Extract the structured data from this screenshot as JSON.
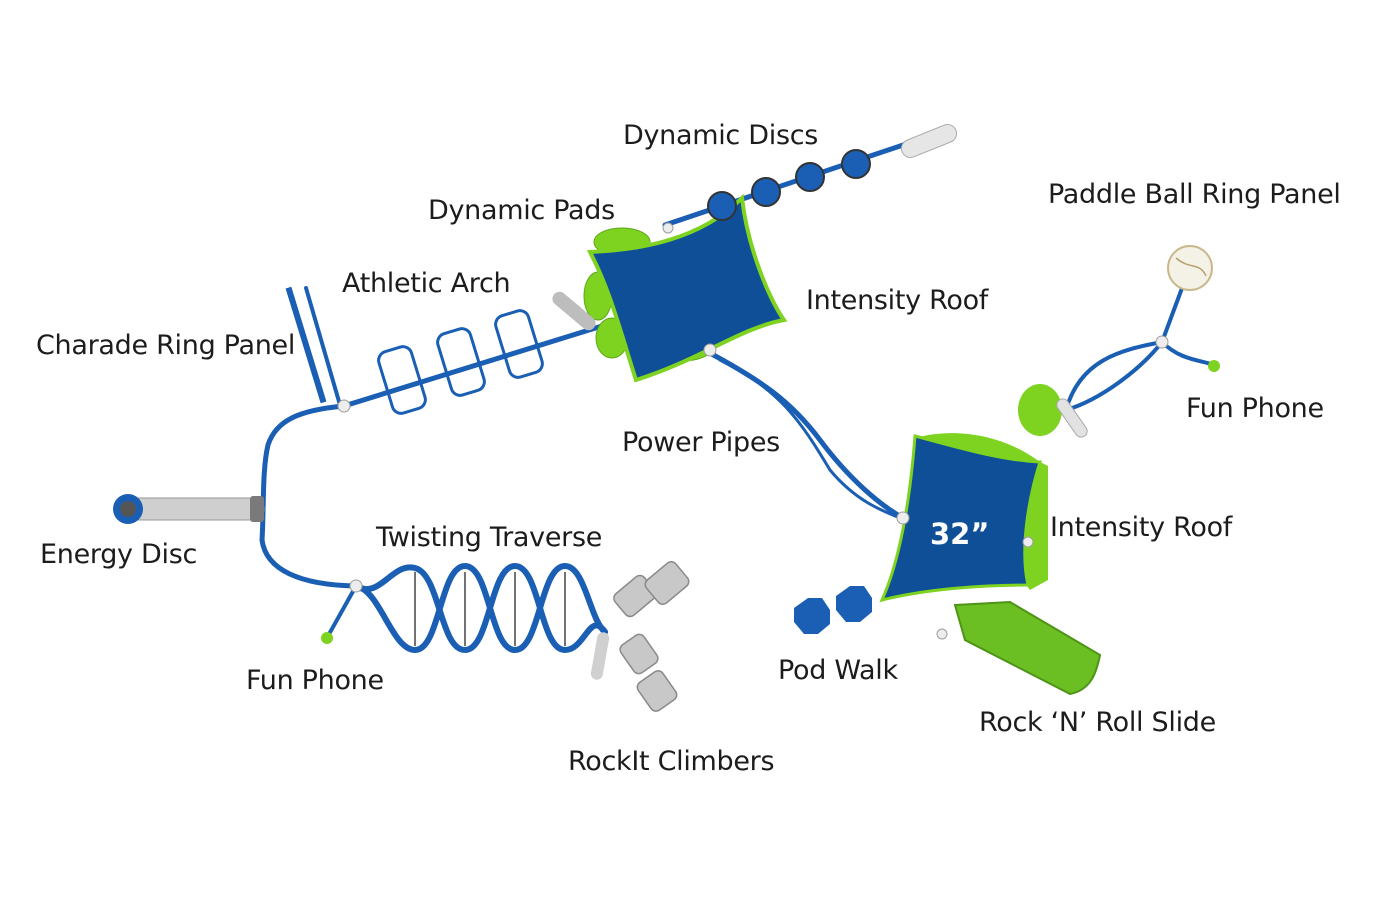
{
  "colors": {
    "frame_blue": "#1a5fb4",
    "roof_blue": "#0e4f97",
    "accent_green": "#7ed321",
    "metal_gray": "#c9c9c9",
    "joint_white": "#eeeeee"
  },
  "labels": {
    "dynamic_discs": "Dynamic Discs",
    "dynamic_pads": "Dynamic Pads",
    "paddle_ball_ring_panel": "Paddle Ball Ring Panel",
    "athletic_arch": "Athletic Arch",
    "intensity_roof_top": "Intensity Roof",
    "charade_ring_panel": "Charade Ring Panel",
    "fun_phone_right": "Fun Phone",
    "power_pipes": "Power Pipes",
    "intensity_roof_right": "Intensity Roof",
    "twisting_traverse": "Twisting Traverse",
    "energy_disc": "Energy Disc",
    "pod_walk": "Pod Walk",
    "fun_phone_left": "Fun Phone",
    "rock_n_roll_slide": "Rock ‘N’ Roll Slide",
    "rockit_climbers": "RockIt Climbers"
  },
  "deck_height": "32”"
}
